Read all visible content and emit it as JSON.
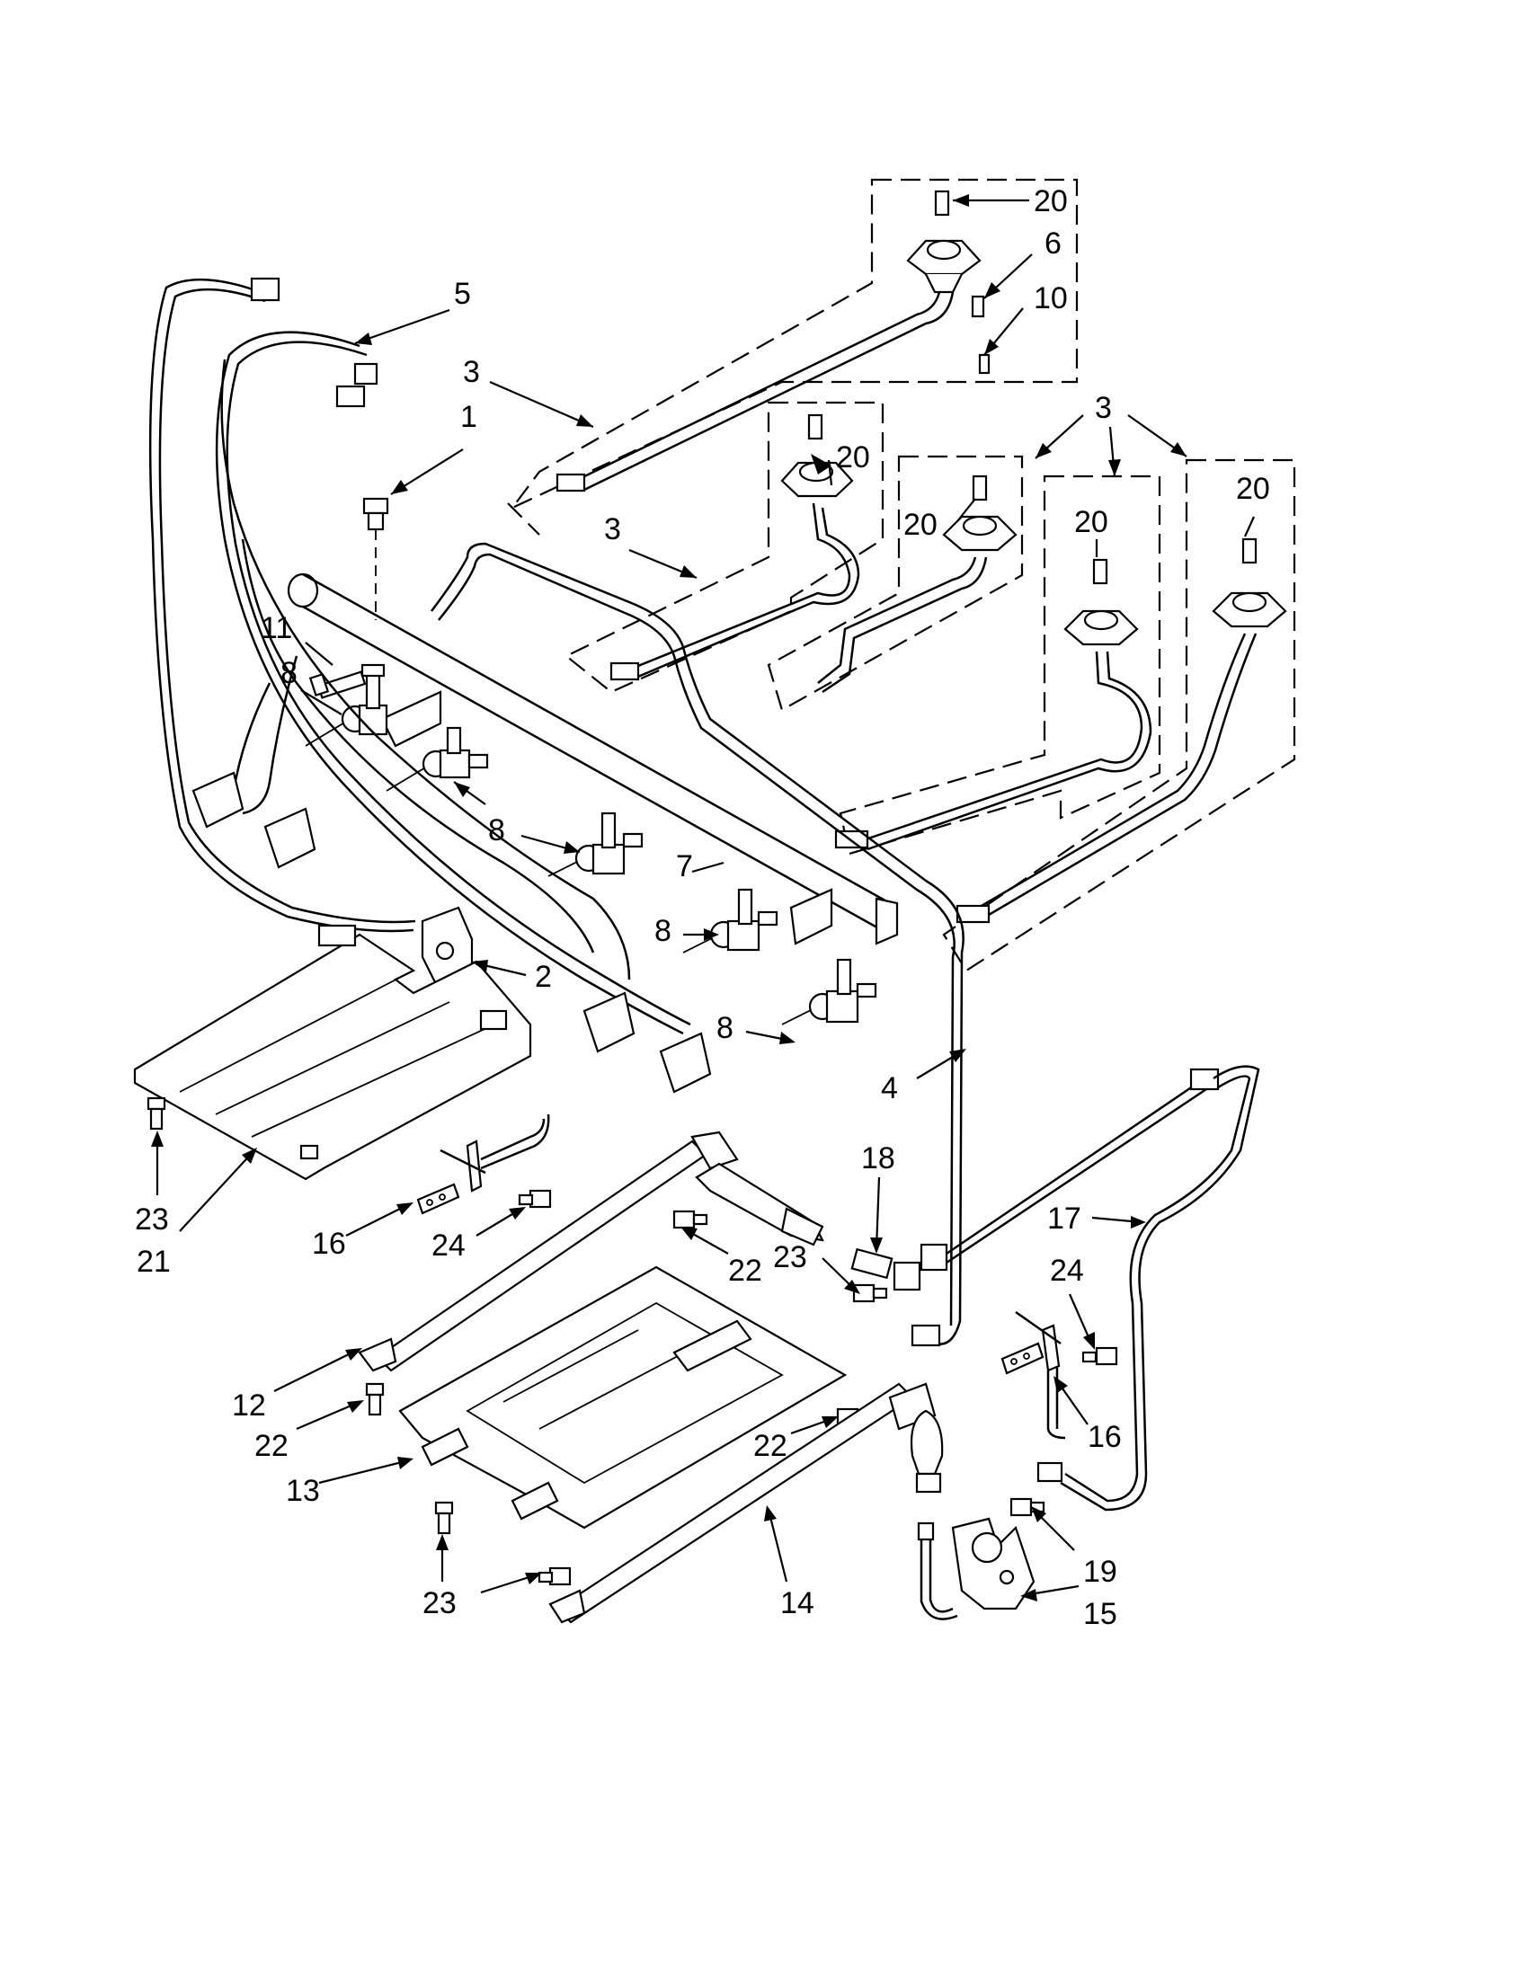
{
  "diagram": {
    "callouts": [
      {
        "id": "c20a",
        "label": "20"
      },
      {
        "id": "c6",
        "label": "6"
      },
      {
        "id": "c10",
        "label": "10"
      },
      {
        "id": "c5",
        "label": "5"
      },
      {
        "id": "c3a",
        "label": "3"
      },
      {
        "id": "c1",
        "label": "1"
      },
      {
        "id": "c20b",
        "label": "20"
      },
      {
        "id": "c3b",
        "label": "3"
      },
      {
        "id": "c3c",
        "label": "3"
      },
      {
        "id": "c20c",
        "label": "20"
      },
      {
        "id": "c20d",
        "label": "20"
      },
      {
        "id": "c20e",
        "label": "20"
      },
      {
        "id": "c11",
        "label": "11"
      },
      {
        "id": "c8a",
        "label": "8"
      },
      {
        "id": "c8b",
        "label": "8"
      },
      {
        "id": "c7",
        "label": "7"
      },
      {
        "id": "c8c",
        "label": "8"
      },
      {
        "id": "c8d",
        "label": "8"
      },
      {
        "id": "c2",
        "label": "2"
      },
      {
        "id": "c4",
        "label": "4"
      },
      {
        "id": "c18",
        "label": "18"
      },
      {
        "id": "c17",
        "label": "17"
      },
      {
        "id": "c23a",
        "label": "23"
      },
      {
        "id": "c21",
        "label": "21"
      },
      {
        "id": "c16a",
        "label": "16"
      },
      {
        "id": "c24a",
        "label": "24"
      },
      {
        "id": "c22a",
        "label": "22"
      },
      {
        "id": "c23b",
        "label": "23"
      },
      {
        "id": "c24b",
        "label": "24"
      },
      {
        "id": "c12",
        "label": "12"
      },
      {
        "id": "c22b",
        "label": "22"
      },
      {
        "id": "c16b",
        "label": "16"
      },
      {
        "id": "c22c",
        "label": "22"
      },
      {
        "id": "c13",
        "label": "13"
      },
      {
        "id": "c19",
        "label": "19"
      },
      {
        "id": "c23c",
        "label": "23"
      },
      {
        "id": "c14",
        "label": "14"
      },
      {
        "id": "c15",
        "label": "15"
      }
    ]
  }
}
